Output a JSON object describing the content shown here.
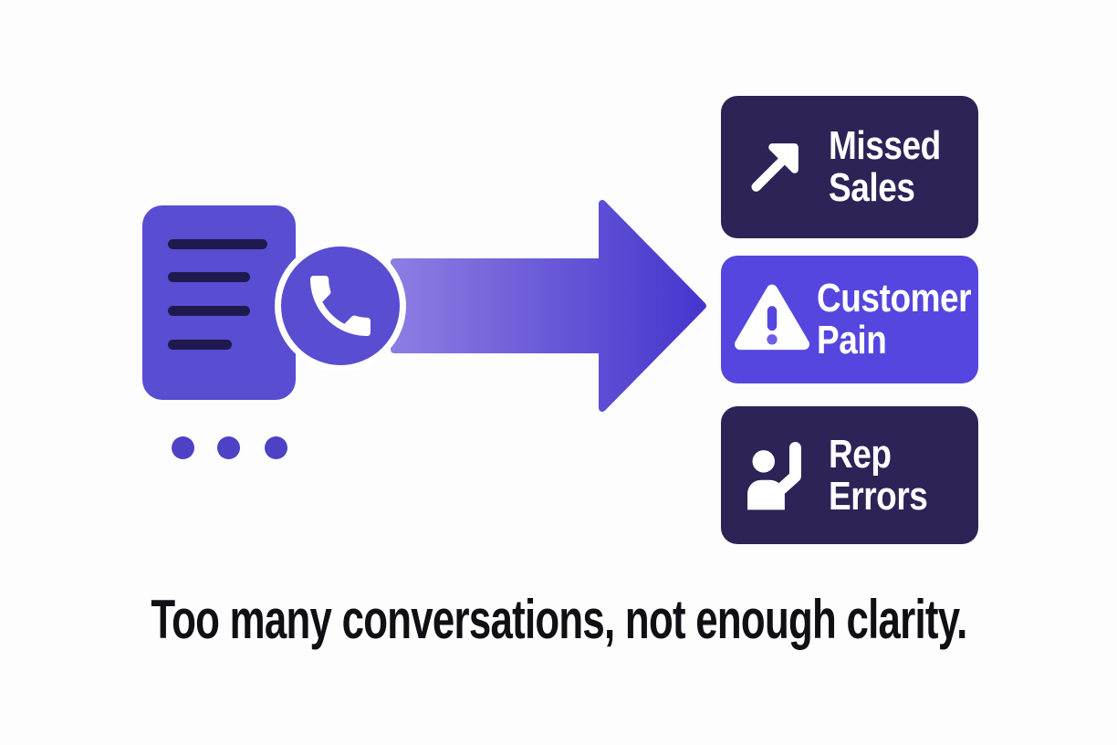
{
  "illustration": {
    "caption": "Too many conversations, not enough clarity.",
    "source": {
      "document_icon": "document-with-lines",
      "document_line_count": 4,
      "phone_icon": "phone-call",
      "ellipsis_dot_count": 3
    },
    "arrow": {
      "direction": "right",
      "gradient_start": "#8c7de2",
      "gradient_end": "#4636cd"
    },
    "outcomes": [
      {
        "icon": "trending-up-arrow",
        "line1": "Missed",
        "line2": "Sales",
        "bg": "#2d2356",
        "text_color": "#ffffff"
      },
      {
        "icon": "warning-triangle",
        "line1": "Customer",
        "line2": "Pain",
        "bg": "#5546df",
        "text_color": "#ffffff"
      },
      {
        "icon": "person-raising-hand",
        "line1": "Rep",
        "line2": "Errors",
        "bg": "#2d2356",
        "text_color": "#ffffff"
      }
    ],
    "colors": {
      "background": "#fdfdfe",
      "primary_purple": "#594dd1",
      "accent_purple": "#5546df",
      "dark_navy_box": "#2d2356",
      "document_line": "#1f1a4e",
      "dot": "#4e41c6",
      "caption_text": "#101014",
      "warning_exclamation": "#5546df"
    }
  }
}
